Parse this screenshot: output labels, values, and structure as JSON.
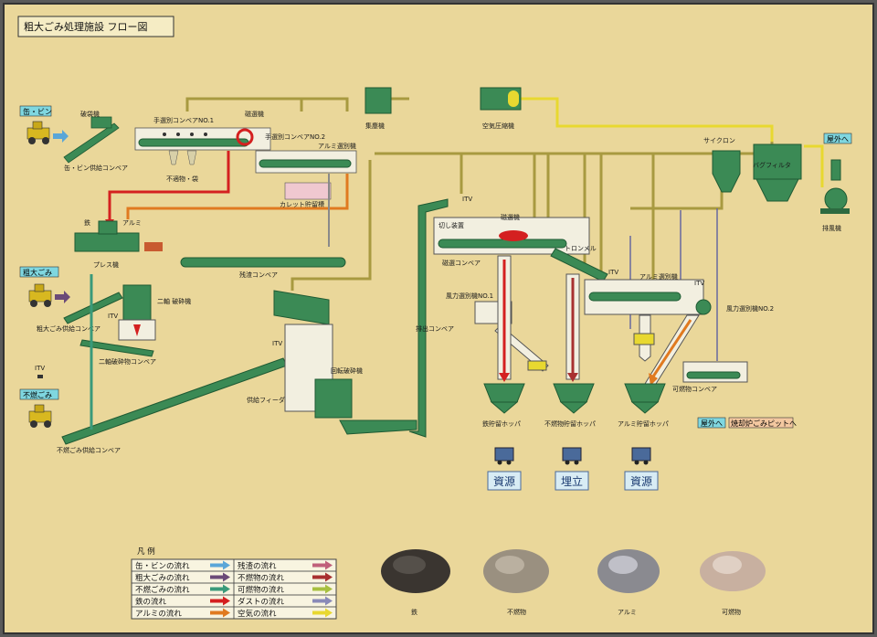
{
  "title": "粗大ごみ処理施設 フロー図",
  "inputs": {
    "can_bottle": "缶・ビン",
    "bulky": "粗大ごみ",
    "noncomb": "不燃ごみ",
    "outdoor_1": "屋外へ",
    "outdoor_2": "屋外へ",
    "incinerator": "焼却炉ごみピットへ"
  },
  "equipment": {
    "bag_breaker": "破袋機",
    "can_supply_conv": "缶・ビン供給コンベア",
    "hand_sort_1": "手選別コンベアNO.1",
    "mag_sep_top": "磁選機",
    "hand_sort_2": "手選別コンベアNO.2",
    "dust_collector": "集塵機",
    "air_compressor": "空気圧縮機",
    "cyclone": "サイクロン",
    "bag_filter": "バグフィルタ",
    "exhaust_fan": "排風機",
    "unsuitable": "不適物・袋",
    "alum_sep_top": "アルミ選別機",
    "cullet_tank": "カレット貯留槽",
    "iron": "鉄",
    "alum": "アルミ",
    "press": "プレス機",
    "residue_conv": "残渣コンベア",
    "twin_shaft": "二軸\n破砕機",
    "bulky_supply_conv": "粗大ごみ供給コンベア",
    "twin_out_conv": "二軸破砕物コンベア",
    "itv": "ITV",
    "noncomb_supply_conv": "不燃ごみ供給コンベア",
    "feeder": "供給フィーダ",
    "rotary_crusher": "回転破砕機",
    "discharge_conv": "排出コンベア",
    "cutter": "切し装置",
    "mag_sep_mid": "磁選機",
    "mag_conv": "磁選コンベア",
    "trommel": "トロンメル",
    "wind_sep_1": "風力選別機NO.1",
    "alum_sep_mid": "アルミ選別機",
    "wind_sep_2": "風力選別機NO.2",
    "comb_conv": "可燃物コンベア",
    "iron_hopper": "鉄貯留ホッパ",
    "noncomb_hopper": "不燃物貯留ホッパ",
    "alum_hopper": "アルミ貯留ホッパ"
  },
  "destinations": [
    "資源",
    "埋立",
    "資源"
  ],
  "legend": {
    "title": "凡 例",
    "rows": [
      {
        "label": "缶・ビンの流れ",
        "color": "#5aa6d8"
      },
      {
        "label": "粗大ごみの流れ",
        "color": "#6b4a78"
      },
      {
        "label": "不燃ごみの流れ",
        "color": "#3a9a7a"
      },
      {
        "label": "鉄の流れ",
        "color": "#d42020"
      },
      {
        "label": "アルミの流れ",
        "color": "#e07a20"
      },
      {
        "label": "残渣の流れ",
        "color": "#c0607a"
      },
      {
        "label": "不燃物の流れ",
        "color": "#a83030"
      },
      {
        "label": "可燃物の流れ",
        "color": "#a8c040"
      },
      {
        "label": "ダストの流れ",
        "color": "#8a8ab8"
      },
      {
        "label": "空気の流れ",
        "color": "#e8d830"
      }
    ]
  },
  "samples": [
    "鉄",
    "不燃物",
    "アルミ",
    "可燃物"
  ],
  "colors": {
    "background": "#ead79a",
    "machine": "#3b8a55",
    "duct": "#c8b860",
    "air": "#e8d830"
  }
}
